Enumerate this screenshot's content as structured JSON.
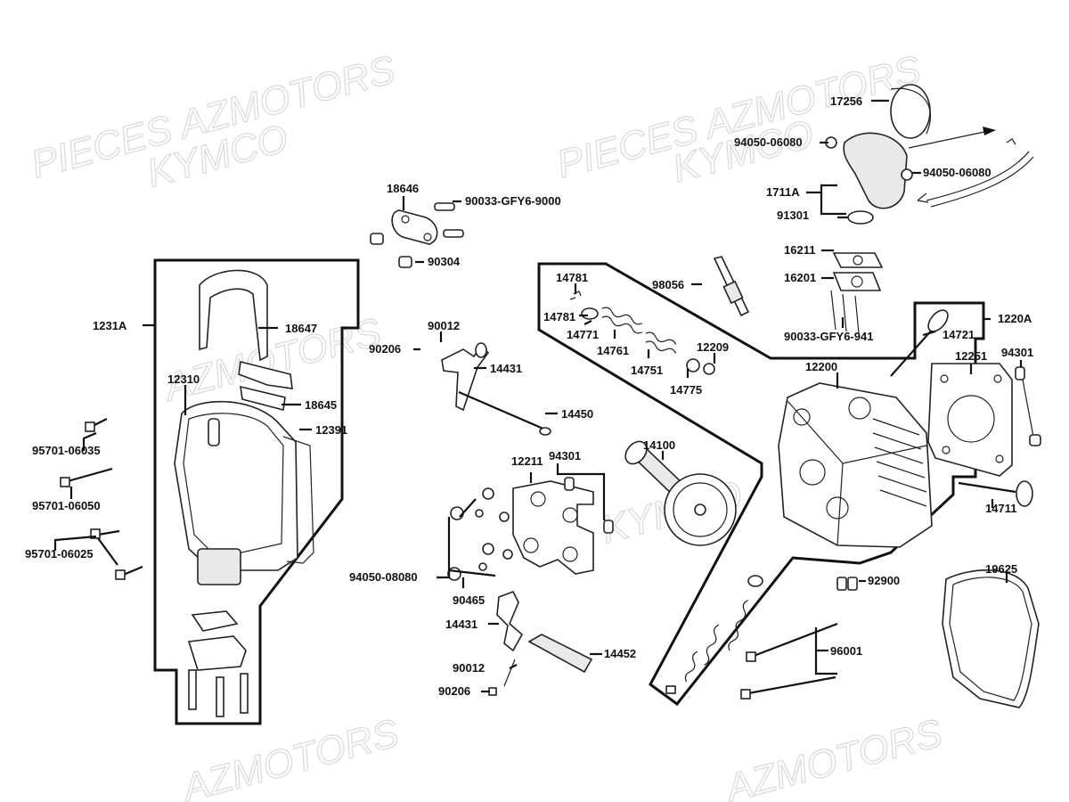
{
  "watermarks": [
    {
      "text": "PIECES AZMOTORS"
    },
    {
      "text": "KYMCO"
    },
    {
      "text": "PIECES AZMOTORS"
    },
    {
      "text": "KYMCO"
    },
    {
      "text": "AZMOTORS"
    },
    {
      "text": "KYMCO"
    },
    {
      "text": "AZMOTORS"
    },
    {
      "text": "AZMOTORS"
    }
  ],
  "part_labels": {
    "p17256": "17256",
    "p94050_06080_a": "94050-06080",
    "p94050_06080_b": "94050-06080",
    "p1711A": "1711A",
    "p91301": "91301",
    "p18646": "18646",
    "p90033_GFY6_9000": "90033-GFY6-9000",
    "p90304": "90304",
    "p16211": "16211",
    "p16201": "16201",
    "p90033_GFY6_941": "90033-GFY6-941",
    "p14781_a": "14781",
    "p14781_b": "14781",
    "p98056": "98056",
    "p14771": "14771",
    "p14761": "14761",
    "p12209": "12209",
    "p14751": "14751",
    "p14775": "14775",
    "p14721": "14721",
    "p1220A": "1220A",
    "p1231A": "1231A",
    "p18647": "18647",
    "p90012_a": "90012",
    "p90206_a": "90206",
    "p14431_a": "14431",
    "p12200": "12200",
    "p12251": "12251",
    "p94301_a": "94301",
    "p12310": "12310",
    "p18645": "18645",
    "p14450": "14450",
    "p12391": "12391",
    "p95701_06035": "95701-06035",
    "p14100": "14100",
    "p12211": "12211",
    "p94301_b": "94301",
    "p14711": "14711",
    "p95701_06050": "95701-06050",
    "p95701_06025": "95701-06025",
    "p94050_08080": "94050-08080",
    "p92900": "92900",
    "p19625": "19625",
    "p90465": "90465",
    "p14431_b": "14431",
    "p14452": "14452",
    "p96001": "96001",
    "p90012_b": "90012",
    "p90206_b": "90206"
  }
}
